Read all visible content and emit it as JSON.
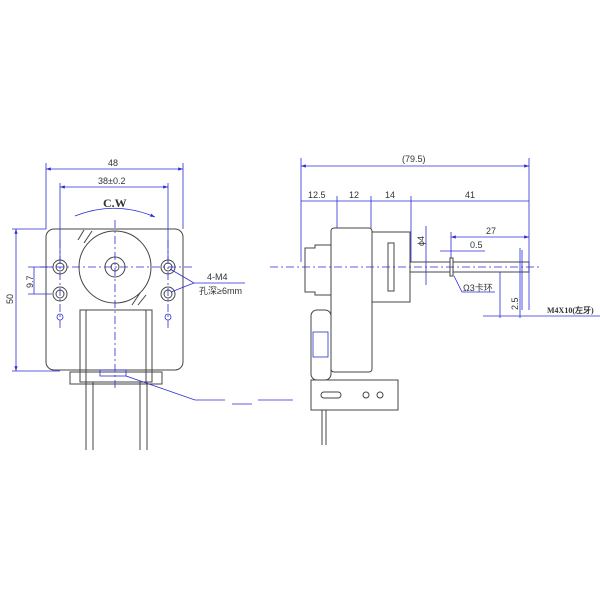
{
  "front_view": {
    "dim_overall_width": "48",
    "dim_hole_spacing": "38±0.2",
    "rotation": "C.W",
    "dim_height": "50",
    "dim_hole_offset": "9.7",
    "hole_spec": "4-M4",
    "hole_depth": "孔深≥6mm"
  },
  "side_view": {
    "dim_total_length": "(79.5)",
    "dim_segment_1": "12.5",
    "dim_segment_2": "12",
    "dim_segment_3": "14",
    "dim_shaft_length": "41",
    "dim_shaft_diameter": "ϕ4",
    "dim_thread_length": "27",
    "dim_clip_offset": "0.5",
    "clip_label": "Ω3卡环",
    "dim_flat": "2.5",
    "thread_spec": "M4X10(左牙)"
  },
  "colors": {
    "dimension": "#2b2bd6",
    "outline": "#444444"
  }
}
